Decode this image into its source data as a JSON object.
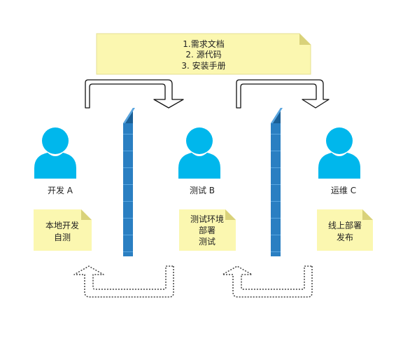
{
  "top_note": {
    "lines": [
      "1.需求文档",
      "2. 源代码",
      "3. 安装手册"
    ]
  },
  "people": [
    {
      "name": "开发 A",
      "note_lines": [
        "本地开发",
        "自测"
      ]
    },
    {
      "name": "测试 B",
      "note_lines": [
        "测试环境",
        "部署",
        "测试"
      ]
    },
    {
      "name": "运维 C",
      "note_lines": [
        "线上部署",
        "发布"
      ]
    }
  ],
  "colors": {
    "person": "#00b7ec",
    "note_fill": "#fbf7b0",
    "note_fold": "#d9d27a",
    "wall_front": "#2a7fc2",
    "wall_side": "#1a5f96",
    "arrow_stroke": "#111111",
    "dotted_arrow": "#444444"
  },
  "icons": {
    "person": "person-icon",
    "firewall": "firewall-wall-icon",
    "forward_arrow": "curved-forward-arrow-icon",
    "return_arrow": "dotted-return-arrow-icon"
  }
}
